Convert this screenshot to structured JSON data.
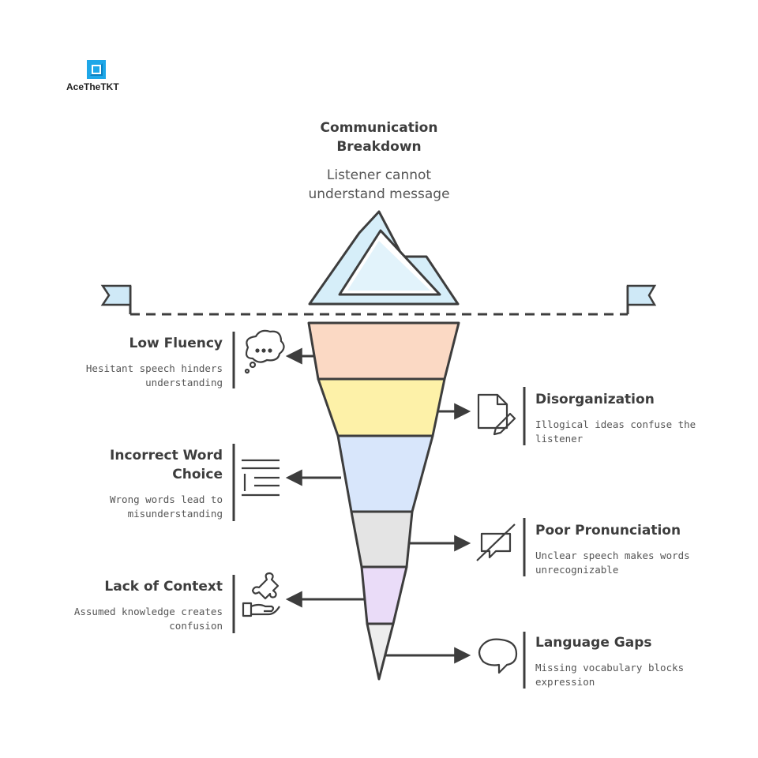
{
  "brand": {
    "name": "AceTheTKT",
    "logo_color": "#1ea7e8"
  },
  "top": {
    "title_line1": "Communication",
    "title_line2": "Breakdown",
    "subtitle_line1": "Listener cannot",
    "subtitle_line2": "understand message"
  },
  "items": [
    {
      "side": "left",
      "title_line1": "Low Fluency",
      "title_line2": "",
      "desc_line1": "Hesitant speech hinders",
      "desc_line2": "understanding",
      "icon": "thought-bubble-icon",
      "color": "#fbd9c4"
    },
    {
      "side": "right",
      "title_line1": "Disorganization",
      "title_line2": "",
      "desc_line1": "Illogical ideas confuse the",
      "desc_line2": "listener",
      "icon": "document-edit-icon",
      "color": "#fdf1a8"
    },
    {
      "side": "left",
      "title_line1": "Incorrect Word",
      "title_line2": "Choice",
      "desc_line1": "Wrong words lead to",
      "desc_line2": "misunderstanding",
      "icon": "text-lines-icon",
      "color": "#d8e6fb"
    },
    {
      "side": "right",
      "title_line1": "Poor Pronunciation",
      "title_line2": "",
      "desc_line1": "Unclear speech makes words",
      "desc_line2": "unrecognizable",
      "icon": "muted-speech-icon",
      "color": "#e4e4e4"
    },
    {
      "side": "left",
      "title_line1": "Lack of Context",
      "title_line2": "",
      "desc_line1": "Assumed knowledge creates",
      "desc_line2": "confusion",
      "icon": "puzzle-hand-icon",
      "color": "#eadcf8"
    },
    {
      "side": "right",
      "title_line1": "Language Gaps",
      "title_line2": "",
      "desc_line1": "Missing vocabulary blocks",
      "desc_line2": "expression",
      "icon": "speech-bubble-icon",
      "color": "#ededed"
    }
  ],
  "colors": {
    "ink": "#3d3d3d",
    "iceberg": "#d6eef9",
    "flag": "#cfe9f7"
  }
}
